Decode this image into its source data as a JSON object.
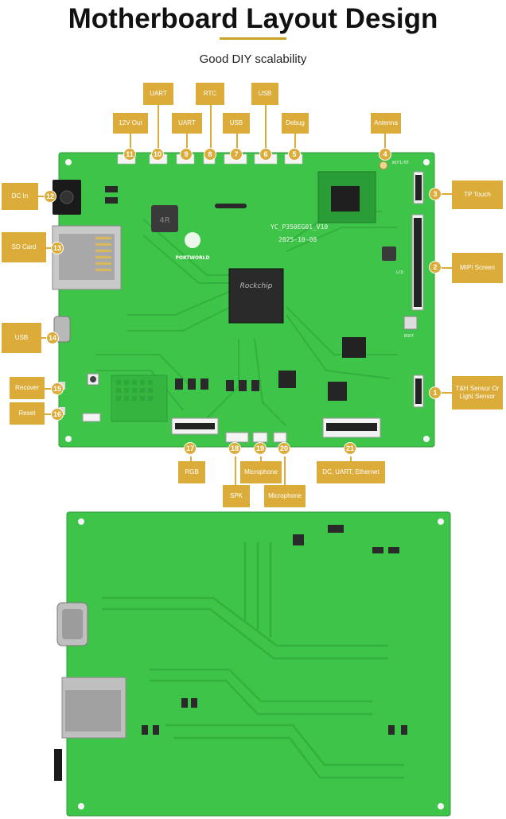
{
  "header": {
    "title": "Motherboard Layout Design",
    "subtitle": "Good DIY scalability",
    "accent_color": "#c9a227"
  },
  "callouts": [
    {
      "num": "1",
      "label": "T&H Sensor Or Light Sensor"
    },
    {
      "num": "2",
      "label": "MIPI Screen"
    },
    {
      "num": "3",
      "label": "TP Touch"
    },
    {
      "num": "4",
      "label": "Antenna"
    },
    {
      "num": "5",
      "label": "Debug"
    },
    {
      "num": "6",
      "label": "USB"
    },
    {
      "num": "7",
      "label": "USB"
    },
    {
      "num": "8",
      "label": "RTC"
    },
    {
      "num": "9",
      "label": "UART"
    },
    {
      "num": "10",
      "label": "UART"
    },
    {
      "num": "11",
      "label": "12V Out"
    },
    {
      "num": "12",
      "label": "DC In"
    },
    {
      "num": "13",
      "label": "SD Card"
    },
    {
      "num": "14",
      "label": "USB"
    },
    {
      "num": "15",
      "label": "Recover"
    },
    {
      "num": "16",
      "label": "Reset"
    },
    {
      "num": "17",
      "label": "RGB"
    },
    {
      "num": "18",
      "label": "SPK"
    },
    {
      "num": "19",
      "label": "Microphone"
    },
    {
      "num": "20",
      "label": "Microphone"
    },
    {
      "num": "21",
      "label": "DC, UART, Ethernet"
    }
  ],
  "board_text": {
    "model": "YC_P350EG01_V10",
    "date": "2025-10-08",
    "brand": "PORTWORLD",
    "chip": "Rockchip",
    "wifi": "WIFI/BT",
    "lcd": "LCD",
    "boot": "BOOT"
  },
  "colors": {
    "pcb": "#3fc44a",
    "pcb_dark": "#2ea83a",
    "callout": "#dcac3a"
  }
}
